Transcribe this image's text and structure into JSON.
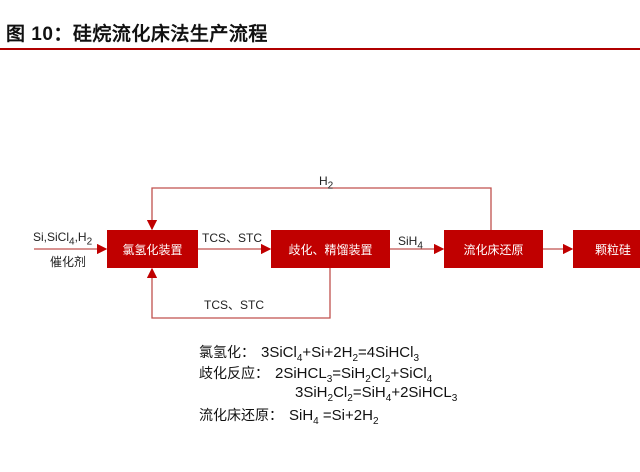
{
  "title": "图 10：硅烷流化床法生产流程",
  "boxes": [
    "氯氢化装置",
    "歧化、精馏装置",
    "流化床还原",
    "颗粒硅"
  ],
  "labels": {
    "input": "Si,SiCl4,H2",
    "catalyst": "催化剂",
    "tcs_stc_top": "TCS、STC",
    "tcs_stc_bottom": "TCS、STC",
    "sih4": "SiH4",
    "h2": "H2"
  },
  "equations": {
    "l1_label": "氯氢化：",
    "l1": "3SiCl4+Si+2H2=4SiHCl3",
    "l2_label": "歧化反应：",
    "l2": "2SiHCL3=SiH2Cl2+SiCl4",
    "l3": "3SiH2Cl2=SiH4+2SiHCL3",
    "l4_label": "流化床还原：",
    "l4": "SiH4 =Si+2H2"
  },
  "colors": {
    "accent": "#c00000"
  }
}
